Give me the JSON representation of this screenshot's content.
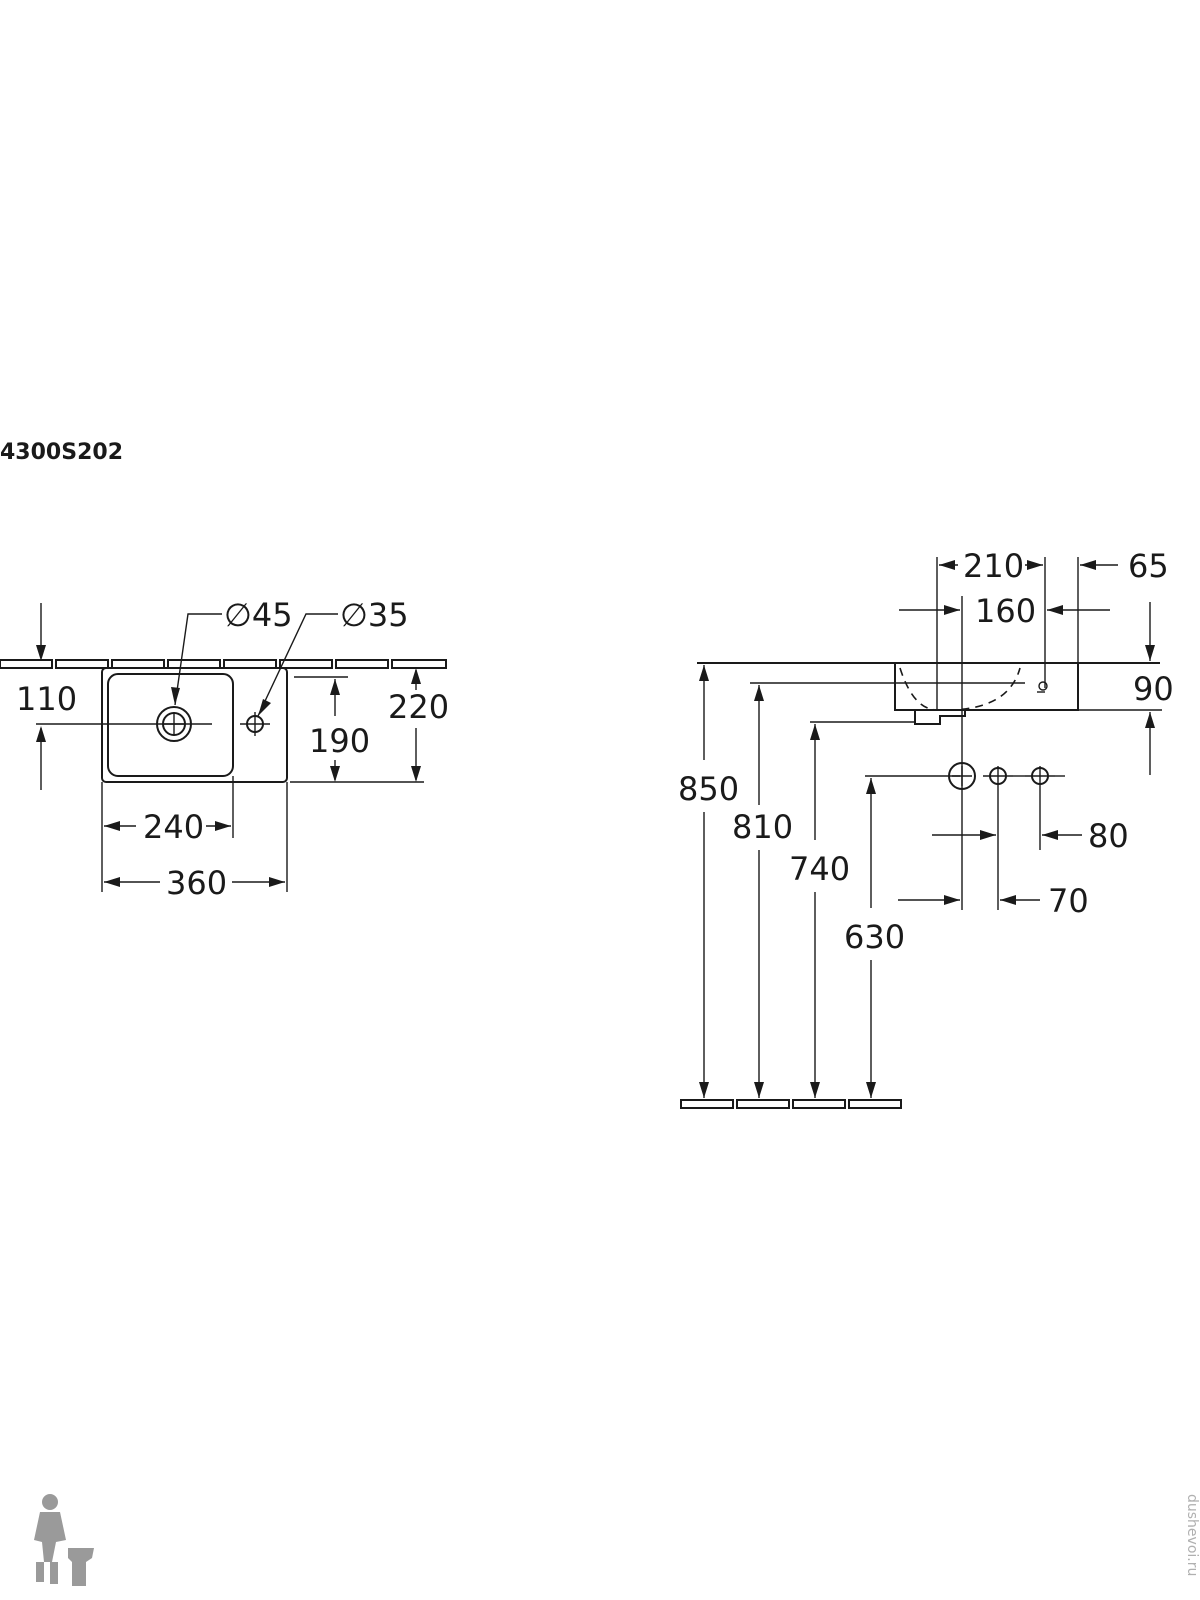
{
  "product_code": "4300S202",
  "top_view": {
    "dim_bowl_dia": "∅45",
    "dim_tap_dia": "∅35",
    "dim_110": "110",
    "dim_220": "220",
    "dim_190": "190",
    "dim_240": "240",
    "dim_360": "360"
  },
  "side_view": {
    "dim_210": "210",
    "dim_65": "65",
    "dim_160": "160",
    "dim_90": "90",
    "dim_850": "850",
    "dim_810": "810",
    "dim_740": "740",
    "dim_630": "630",
    "dim_80": "80",
    "dim_70": "70"
  },
  "watermark": "dushevoi.ru",
  "icons": [
    "plumber-logo-icon"
  ],
  "colors": {
    "line": "#1a1a1a",
    "background": "#ffffff"
  }
}
